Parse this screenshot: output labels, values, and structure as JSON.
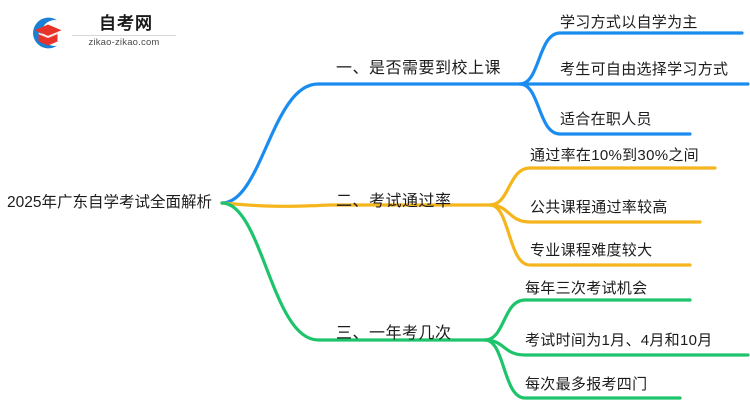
{
  "logo": {
    "name": "zikao-logo",
    "title": "自考网",
    "domain": "zikao-zikao.com",
    "mark_blue": "#1b7fd4",
    "mark_red": "#e8332a"
  },
  "mindmap": {
    "root": {
      "label": "2025年广东自学考试全面解析"
    },
    "branches": [
      {
        "label": "一、是否需要到校上课",
        "color": "#1a8cf0",
        "children": [
          {
            "label": "学习方式以自学为主"
          },
          {
            "label": "考生可自由选择学习方式"
          },
          {
            "label": "适合在职人员"
          }
        ]
      },
      {
        "label": "二、考试通过率",
        "color": "#f5b51c",
        "children": [
          {
            "label": "通过率在10%到30%之间"
          },
          {
            "label": "公共课程通过率较高"
          },
          {
            "label": "专业课程难度较大"
          }
        ]
      },
      {
        "label": "三、一年考几次",
        "color": "#1ec46c",
        "children": [
          {
            "label": "每年三次考试机会"
          },
          {
            "label": "考试时间为1月、4月和10月"
          },
          {
            "label": "每次最多报考四门"
          }
        ]
      }
    ]
  }
}
